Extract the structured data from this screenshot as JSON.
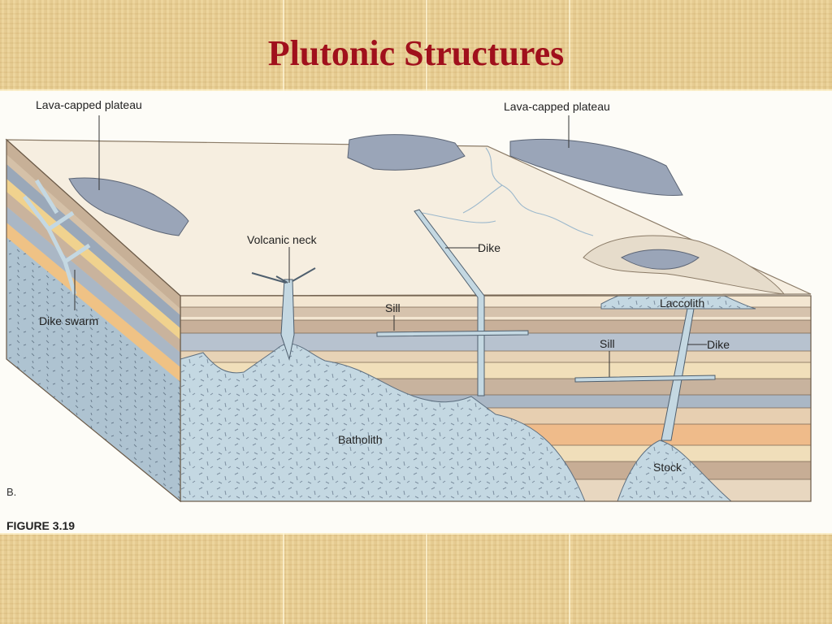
{
  "slide": {
    "title": "Plutonic Structures"
  },
  "figure": {
    "panel_letter": "B.",
    "caption": "FIGURE 3.19",
    "labels": {
      "lava_plateau_left": "Lava-capped plateau",
      "lava_plateau_right": "Lava-capped plateau",
      "volcanic_neck": "Volcanic neck",
      "dike_upper": "Dike",
      "dike_swarm": "Dike swarm",
      "sill_left": "Sill",
      "laccolith": "Laccolith",
      "sill_right": "Sill",
      "dike_right": "Dike",
      "batholith": "Batholith",
      "stock": "Stock"
    }
  },
  "colors": {
    "title": "#a0101c",
    "background": "#ebd197",
    "intrusion": "#c4d8e2",
    "plateau": "#9aa5b8",
    "surface": "#f6eee0"
  }
}
